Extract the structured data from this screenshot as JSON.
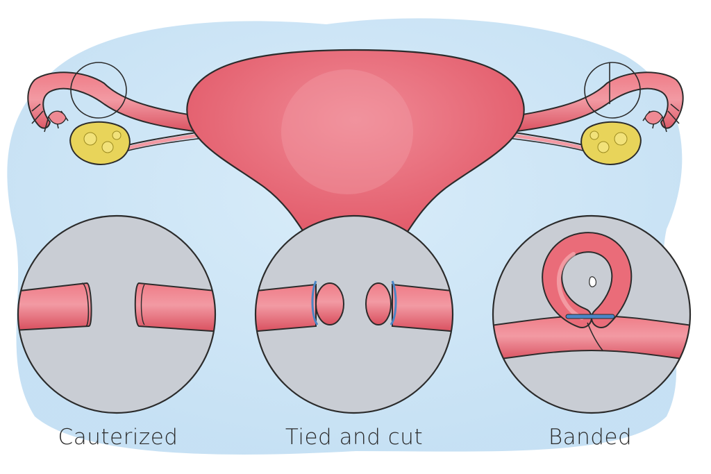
{
  "colors": {
    "background_wash": "#cfe6f6",
    "tissue": "#e8606e",
    "tissue_highlight": "#f39aa2",
    "ovary": "#e8d45a",
    "inset_fill": "#c9cdd4",
    "outline": "#2b2b2b",
    "band": "#4a86c6"
  },
  "illustration": {
    "uterus": "uterus-with-fallopian-tubes",
    "ovaries": [
      "left-ovary",
      "right-ovary"
    ]
  },
  "methods": [
    {
      "id": "cauterized",
      "label": "Cauterized"
    },
    {
      "id": "tied-and-cut",
      "label": "Tied and cut"
    },
    {
      "id": "banded",
      "label": "Banded"
    }
  ]
}
